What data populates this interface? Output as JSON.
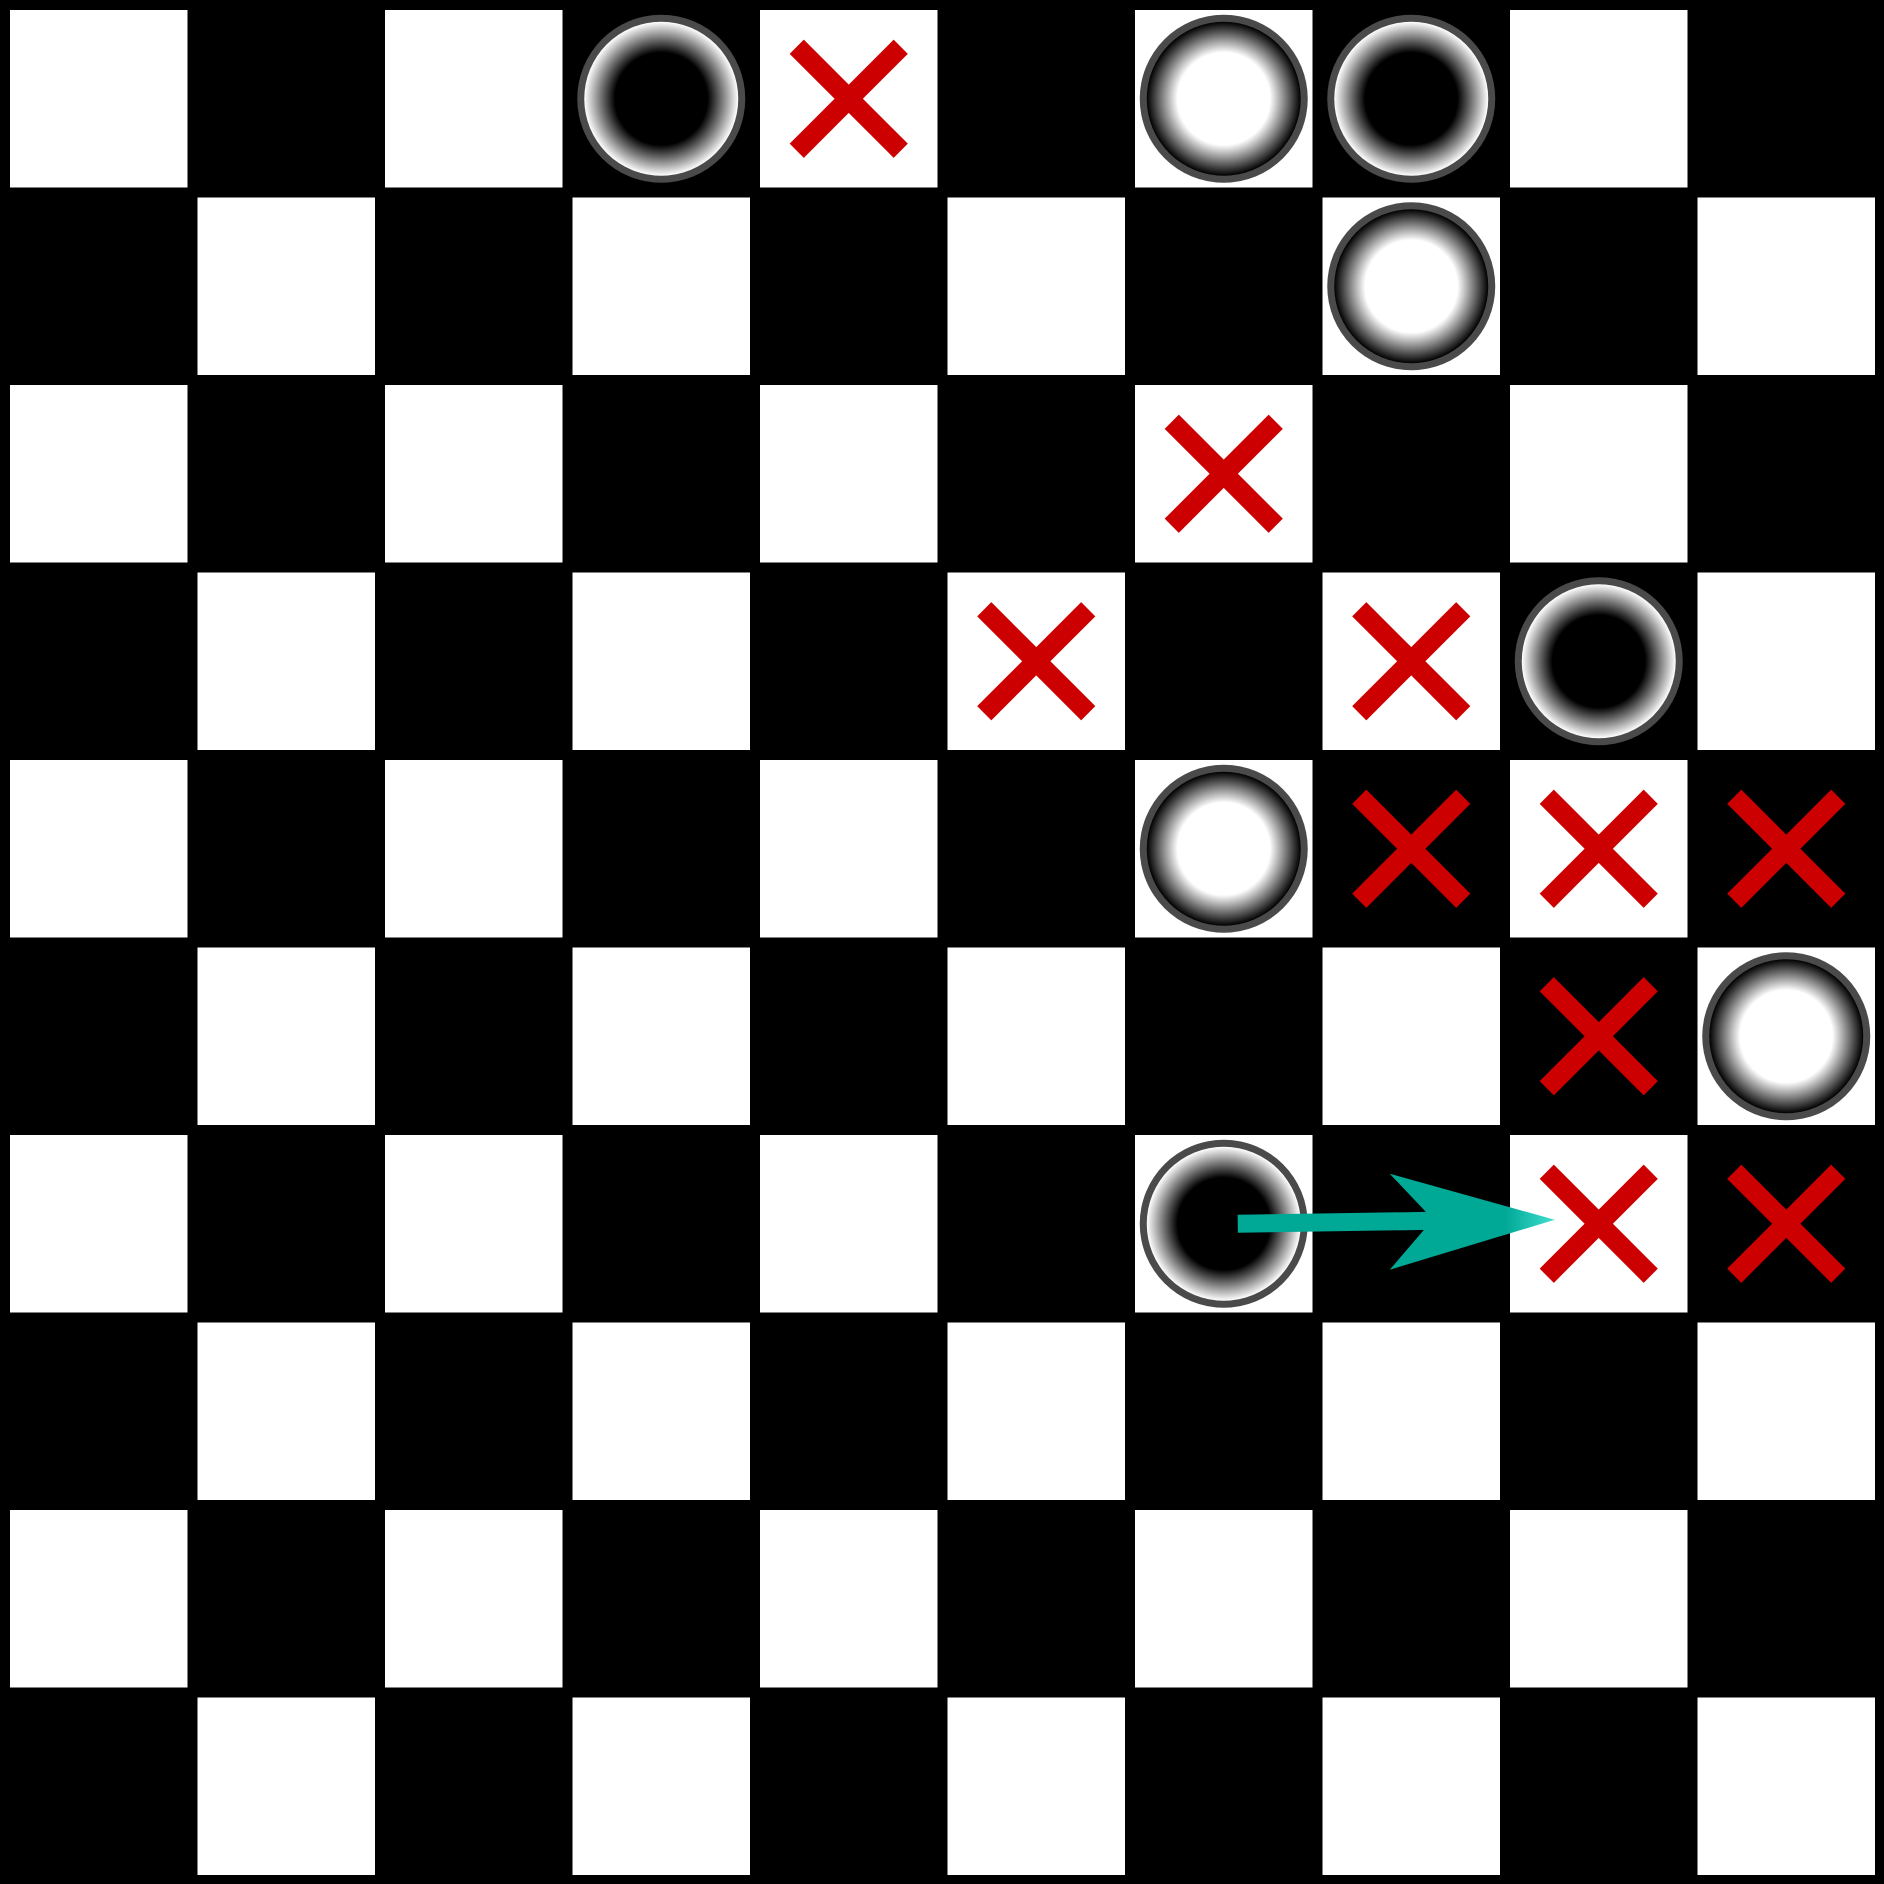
{
  "board": {
    "rows": 10,
    "cols": 10,
    "light_square_color": "#ffffff",
    "dark_square_color": "#000000",
    "light_on_even_sum": true
  },
  "pieces": [
    {
      "row": 0,
      "col": 3,
      "color": "black"
    },
    {
      "row": 0,
      "col": 6,
      "color": "white"
    },
    {
      "row": 0,
      "col": 7,
      "color": "black"
    },
    {
      "row": 1,
      "col": 7,
      "color": "white"
    },
    {
      "row": 3,
      "col": 8,
      "color": "black"
    },
    {
      "row": 4,
      "col": 6,
      "color": "white"
    },
    {
      "row": 5,
      "col": 9,
      "color": "white"
    },
    {
      "row": 6,
      "col": 6,
      "color": "black"
    }
  ],
  "markers": [
    {
      "row": 0,
      "col": 4
    },
    {
      "row": 2,
      "col": 6
    },
    {
      "row": 3,
      "col": 5
    },
    {
      "row": 3,
      "col": 7
    },
    {
      "row": 4,
      "col": 7
    },
    {
      "row": 4,
      "col": 8
    },
    {
      "row": 4,
      "col": 9
    },
    {
      "row": 5,
      "col": 8
    },
    {
      "row": 6,
      "col": 8
    },
    {
      "row": 6,
      "col": 9
    }
  ],
  "moves": [
    {
      "from": {
        "row": 6,
        "col": 6
      },
      "to": {
        "row": 6,
        "col": 8
      }
    }
  ],
  "colors": {
    "marker": "#cc0000",
    "arrow": "#00a896",
    "arrow_highlight": "#40e0d0",
    "piece_ring": "#4a4a4a"
  }
}
